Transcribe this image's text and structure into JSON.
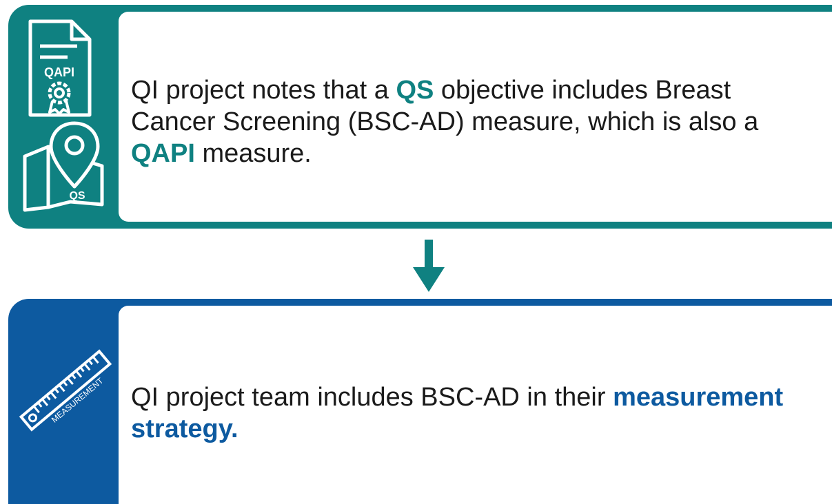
{
  "colors": {
    "teal": "#0f8181",
    "blue": "#0d5aa0",
    "text": "#1a1a1a",
    "card": "#ffffff"
  },
  "step1": {
    "icons": [
      "qapi-certificate-icon",
      "qs-map-pin-icon"
    ],
    "icon_labels": {
      "qapi": "QAPI",
      "qs": "QS"
    },
    "text": {
      "part1": "QI project notes that a ",
      "qs": "QS",
      "part2": " objective includes Breast Cancer Screening (BSC-AD) measure, which is also a ",
      "qapi": "QAPI",
      "part3": " measure."
    }
  },
  "connector": {
    "icon": "arrow-down-icon"
  },
  "step2": {
    "icons": [
      "measurement-ruler-icon"
    ],
    "icon_labels": {
      "ruler": "MEASUREMENT"
    },
    "text": {
      "part1": "QI project team includes BSC-AD in their ",
      "highlight": "measurement strategy."
    }
  }
}
